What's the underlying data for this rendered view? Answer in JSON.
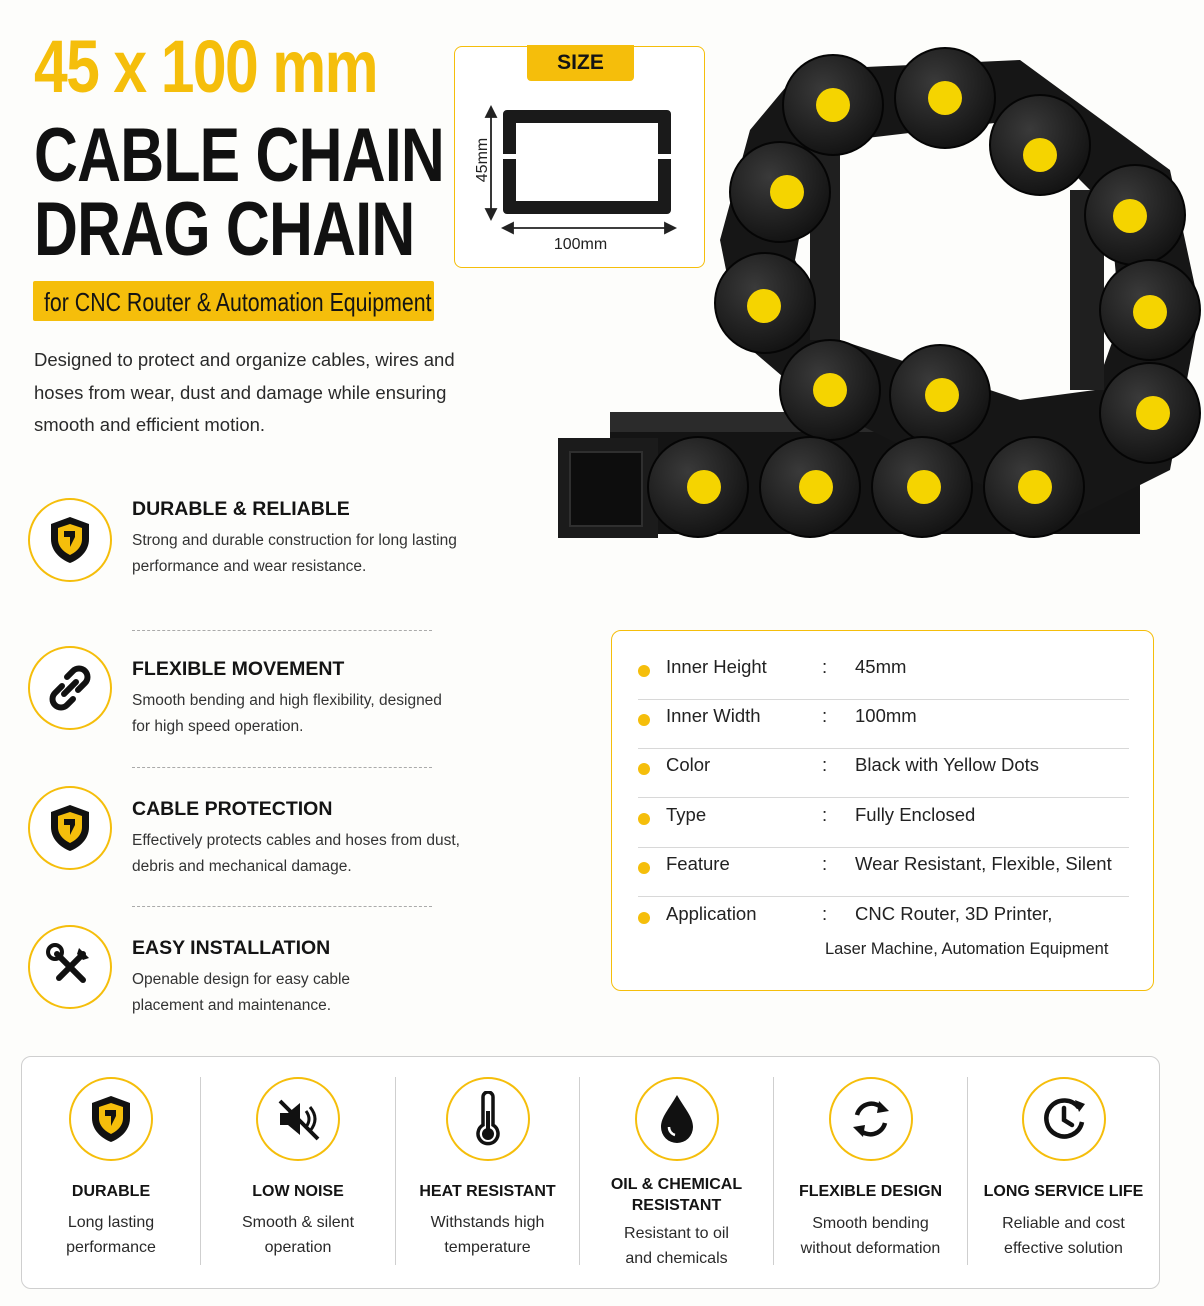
{
  "header": {
    "title_size": "45 x 100 mm",
    "title_line1": "CABLE CHAIN",
    "title_line2": "DRAG CHAIN",
    "subtitle": "for CNC Router & Automation Equipment",
    "intro": "Designed to protect and organize cables, wires and hoses from wear, dust and damage while ensuring smooth and efficient motion."
  },
  "size_diagram": {
    "tag": "SIZE",
    "height_label": "45mm",
    "width_label": "100mm"
  },
  "features": [
    {
      "title": "DURABLE & RELIABLE",
      "text": "Strong and durable construction for long lasting performance and wear resistance.",
      "icon": "shield-icon"
    },
    {
      "title": "FLEXIBLE MOVEMENT",
      "text": "Smooth bending and high flexibility, designed for high speed operation.",
      "icon": "chain-link-icon"
    },
    {
      "title": "CABLE PROTECTION",
      "text": "Effectively protects cables and hoses from dust, debris and mechanical damage.",
      "icon": "shield-icon"
    },
    {
      "title": "EASY INSTALLATION",
      "text": "Openable design for easy cable placement and maintenance.",
      "icon": "tools-icon"
    }
  ],
  "specs": [
    {
      "key": "Inner Height",
      "sep": ":",
      "value": "45mm"
    },
    {
      "key": "Inner Width",
      "sep": ":",
      "value": "100mm"
    },
    {
      "key": "Color",
      "sep": ":",
      "value": "Black with Yellow Dots"
    },
    {
      "key": "Type",
      "sep": ":",
      "value": "Fully Enclosed"
    },
    {
      "key": "Feature",
      "sep": ":",
      "value": "Wear Resistant, Flexible, Silent"
    },
    {
      "key": "Application",
      "sep": ":",
      "value": "CNC Router, 3D Printer,",
      "value_line2": "Laser Machine, Automation Equipment"
    }
  ],
  "benefits": [
    {
      "title": "DURABLE",
      "text1": "Long lasting",
      "text2": "performance",
      "icon": "shield-icon"
    },
    {
      "title": "LOW NOISE",
      "text1": "Smooth & silent",
      "text2": "operation",
      "icon": "mute-speaker-icon"
    },
    {
      "title": "HEAT RESISTANT",
      "text1": "Withstands high",
      "text2": "temperature",
      "icon": "thermometer-icon"
    },
    {
      "title": "OIL & CHEMICAL",
      "title2": "RESISTANT",
      "text1": "Resistant to oil",
      "text2": "and chemicals",
      "icon": "oil-drop-icon"
    },
    {
      "title": "FLEXIBLE DESIGN",
      "text1": "Smooth bending",
      "text2": "without deformation",
      "icon": "refresh-arrows-icon"
    },
    {
      "title": "LONG SERVICE LIFE",
      "text1": "Reliable and cost",
      "text2": "effective solution",
      "icon": "clock-icon"
    }
  ],
  "colors": {
    "accent": "#f5be0b",
    "chain": "#1c1c1c",
    "text": "#141414"
  }
}
